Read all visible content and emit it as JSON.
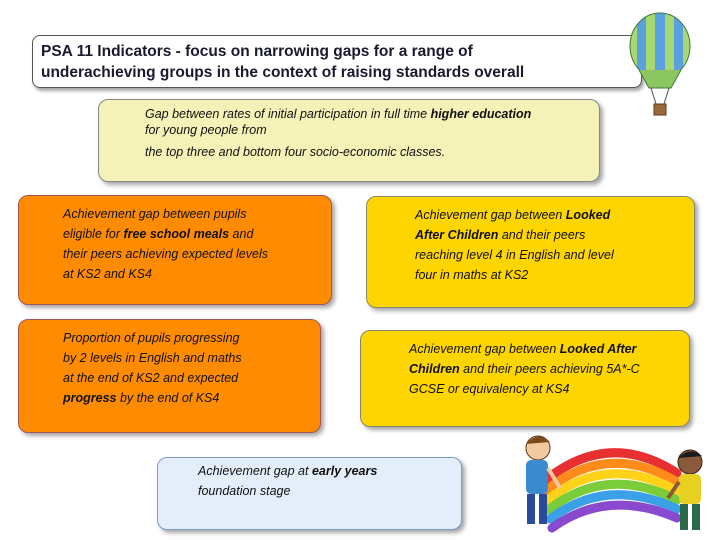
{
  "title": {
    "line1": "PSA 11 Indicators - focus on narrowing gaps for a range of",
    "line2": "underachieving groups in the context of raising standards overall"
  },
  "top_box": {
    "line1_pre": "Gap between rates of initial participation in full time ",
    "line1_bold": "higher education",
    "line2": "for young people from",
    "line3": "the top three and bottom four socio-economic classes."
  },
  "orange_box_1": {
    "line1": "Achievement gap between pupils",
    "line2_pre": "eligible for ",
    "line2_bold": "free school meals",
    "line2_post": " and",
    "line3": "their peers achieving expected levels",
    "line4": "at KS2 and KS4"
  },
  "yellow_box_1": {
    "line1_pre": "Achievement gap between ",
    "line1_bold": "Looked",
    "line2_bold": "After Children",
    "line2_post": " and their peers",
    "line3": "reaching level 4 in English and level",
    "line4": "four in maths at KS2"
  },
  "orange_box_2": {
    "line1": "Proportion of pupils progressing",
    "line2": "by 2 levels in English and maths",
    "line3": "at the end of KS2 and expected",
    "line4_bold": "progress",
    "line4_post": " by the end of KS4"
  },
  "yellow_box_2": {
    "line1_pre": "Achievement gap between ",
    "line1_bold": "Looked After",
    "line2_bold": "Children",
    "line2_post": " and their peers achieving 5A*-C",
    "line3": "GCSE or equivalency at KS4"
  },
  "blue_box": {
    "line1_pre": "Achievement gap at ",
    "line1_bold": "early years",
    "line2": "foundation stage"
  },
  "colors": {
    "orange": "#ff8c00",
    "yellow": "#ffd500",
    "cream": "#f5f2b8",
    "light_blue": "#e4eefa"
  },
  "icons": {
    "balloon": "hot-air-balloon-icon",
    "children": "children-with-rainbow-icon"
  }
}
